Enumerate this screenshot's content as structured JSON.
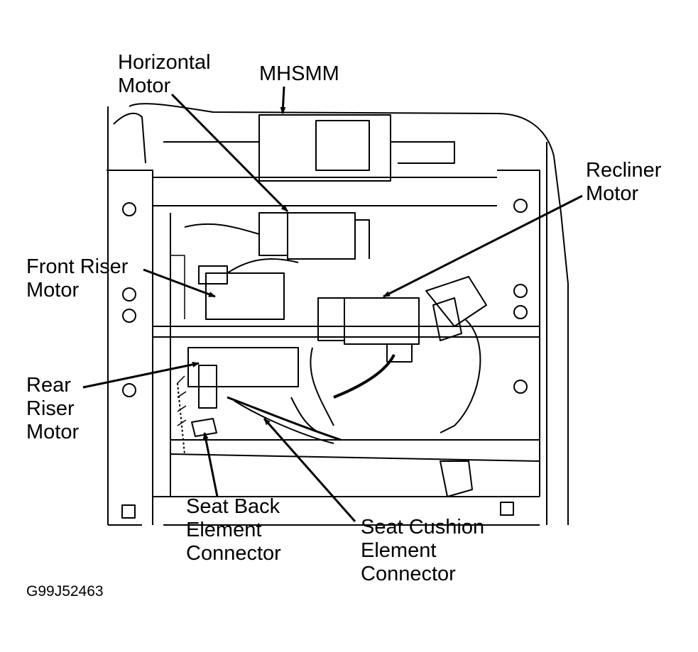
{
  "labels": {
    "horizontal_motor": [
      "Horizontal",
      "Motor"
    ],
    "mhsmm": [
      "MHSMM"
    ],
    "recliner_motor": [
      "Recliner",
      "Motor"
    ],
    "front_riser_motor": [
      "Front Riser",
      "Motor"
    ],
    "rear_riser_motor": [
      "Rear",
      "Riser",
      "Motor"
    ],
    "seat_back_connector": [
      "Seat Back",
      "Element",
      "Connector"
    ],
    "seat_cushion_connector": [
      "Seat Cushion",
      "Element",
      "Connector"
    ]
  },
  "figure_code": "G99J52463",
  "colors": {
    "ink": "#000000",
    "background": "#ffffff"
  }
}
